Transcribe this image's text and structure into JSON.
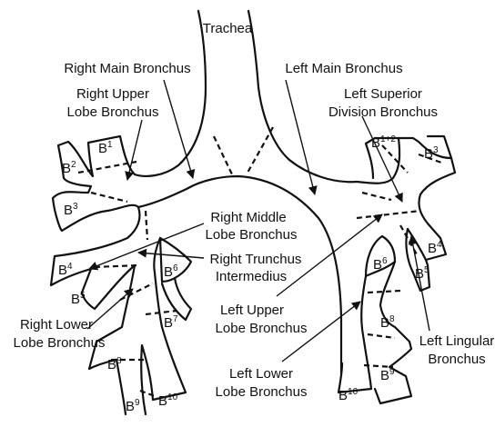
{
  "labels": {
    "trachea": "Trachea",
    "right_main": "Right Main Bronchus",
    "left_main": "Left Main Bronchus",
    "right_upper_1": "Right Upper",
    "right_upper_2": "Lobe Bronchus",
    "left_superior_1": "Left Superior",
    "left_superior_2": "Division Bronchus",
    "right_middle_1": "Right Middle",
    "right_middle_2": "Lobe Bronchus",
    "right_truncus_1": "Right Trunchus",
    "right_truncus_2": "Intermedius",
    "left_upper_1": "Left Upper",
    "left_upper_2": "Lobe Bronchus",
    "right_lower_1": "Right Lower",
    "right_lower_2": "Lobe Bronchus",
    "left_lingular_1": "Left Lingular",
    "left_lingular_2": "Bronchus",
    "left_lower_1": "Left Lower",
    "left_lower_2": "Lobe Bronchus"
  },
  "segments": {
    "prefix": "B",
    "r_b1": "1",
    "r_b2": "2",
    "r_b3": "3",
    "r_b4": "4",
    "r_b5": "5",
    "r_b6": "6",
    "r_b7": "7",
    "r_b8": "8",
    "r_b9": "9",
    "r_b10": "10",
    "l_b12": "1+2",
    "l_b3": "3",
    "l_b4": "4",
    "l_b5": "5",
    "l_b6": "6",
    "l_b8": "8",
    "l_b9": "9",
    "l_b10": "10"
  },
  "colors": {
    "line": "#111111",
    "background": "#ffffff"
  }
}
